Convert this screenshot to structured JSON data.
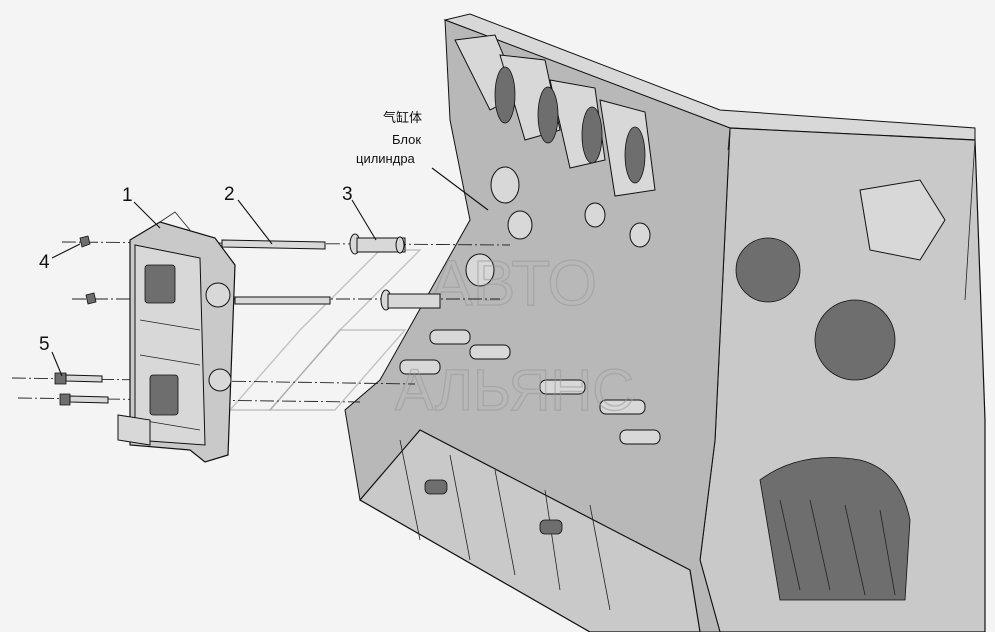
{
  "callouts": [
    {
      "id": "1",
      "text": "1"
    },
    {
      "id": "2",
      "text": "2"
    },
    {
      "id": "3",
      "text": "3"
    },
    {
      "id": "4",
      "text": "4"
    },
    {
      "id": "5",
      "text": "5"
    }
  ],
  "block_label": {
    "zh": "气缸体",
    "ru_line1": "Блок",
    "ru_line2": "цилиндра"
  },
  "watermark": {
    "line1": "АВТО",
    "line2": "АЛЬЯНС"
  }
}
